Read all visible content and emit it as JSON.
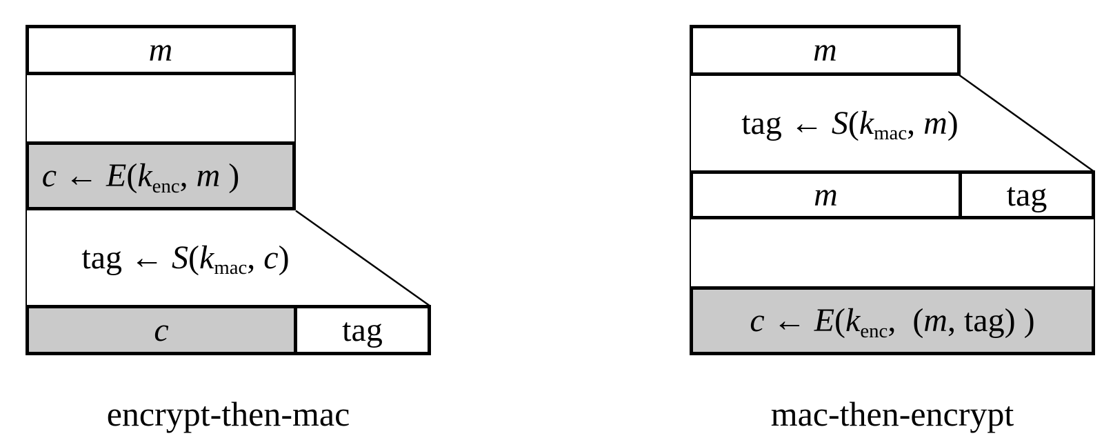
{
  "figure": {
    "background_color": "#ffffff",
    "line_color": "#000000",
    "gray_fill_color": "#cacaca",
    "etm": {
      "caption": "encrypt-then-mac",
      "message_label": "m",
      "encrypt_formula": [
        {
          "t": "c",
          "s": "it"
        },
        {
          "t": " ← ",
          "s": "rm"
        },
        {
          "t": "E",
          "s": "it"
        },
        {
          "t": "(",
          "s": "rm"
        },
        {
          "t": "k",
          "s": "it"
        },
        {
          "t": "enc",
          "s": "sub"
        },
        {
          "t": ", ",
          "s": "rm"
        },
        {
          "t": "m",
          "s": "it"
        },
        {
          "t": " )",
          "s": "rm"
        }
      ],
      "mac_formula": [
        {
          "t": "tag ← ",
          "s": "rm"
        },
        {
          "t": "S",
          "s": "it"
        },
        {
          "t": "(",
          "s": "rm"
        },
        {
          "t": "k",
          "s": "it"
        },
        {
          "t": "mac",
          "s": "sub"
        },
        {
          "t": ", ",
          "s": "rm"
        },
        {
          "t": "c",
          "s": "it"
        },
        {
          "t": ")",
          "s": "rm"
        }
      ],
      "output_cipher_label": "c",
      "output_tag_label": "tag"
    },
    "mte": {
      "caption": "mac-then-encrypt",
      "message_label": "m",
      "mac_formula": [
        {
          "t": "tag ← ",
          "s": "rm"
        },
        {
          "t": "S",
          "s": "it"
        },
        {
          "t": "(",
          "s": "rm"
        },
        {
          "t": "k",
          "s": "it"
        },
        {
          "t": "mac",
          "s": "sub"
        },
        {
          "t": ", ",
          "s": "rm"
        },
        {
          "t": "m",
          "s": "it"
        },
        {
          "t": ")",
          "s": "rm"
        }
      ],
      "row_message_label": "m",
      "row_tag_label": "tag",
      "encrypt_formula": [
        {
          "t": "c",
          "s": "it"
        },
        {
          "t": " ← ",
          "s": "rm"
        },
        {
          "t": "E",
          "s": "it"
        },
        {
          "t": "(",
          "s": "rm"
        },
        {
          "t": "k",
          "s": "it"
        },
        {
          "t": "enc",
          "s": "sub"
        },
        {
          "t": ",  (",
          "s": "rm"
        },
        {
          "t": "m",
          "s": "it"
        },
        {
          "t": ", tag) )",
          "s": "rm"
        }
      ]
    }
  }
}
